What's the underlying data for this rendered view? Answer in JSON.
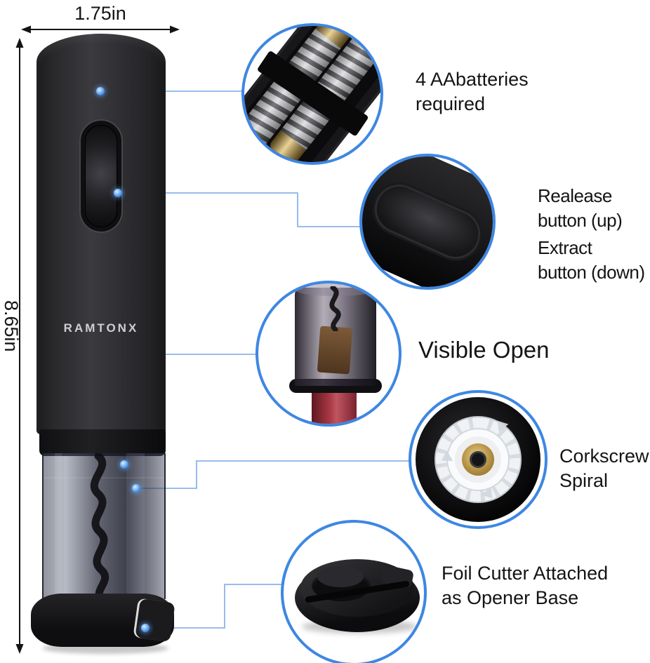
{
  "colors": {
    "accent": "#3e87e2",
    "connector": "#8ab4ea",
    "ink": "#141414"
  },
  "dimensions": {
    "width_label": "1.75in",
    "height_label": "8.65in"
  },
  "product": {
    "brand": "RAMTONX"
  },
  "callouts": {
    "batteries": {
      "label": "4 AAbatteries\nrequired"
    },
    "release_button": {
      "label": "Realease\nbutton (up)"
    },
    "extract_button": {
      "label": "Extract\nbutton (down)"
    },
    "visible_open": {
      "label": "Visible Open"
    },
    "corkscrew": {
      "label": "Corkscrew\nSpiral"
    },
    "foil_cutter": {
      "label": "Foil Cutter Attached\nas Opener Base"
    }
  }
}
